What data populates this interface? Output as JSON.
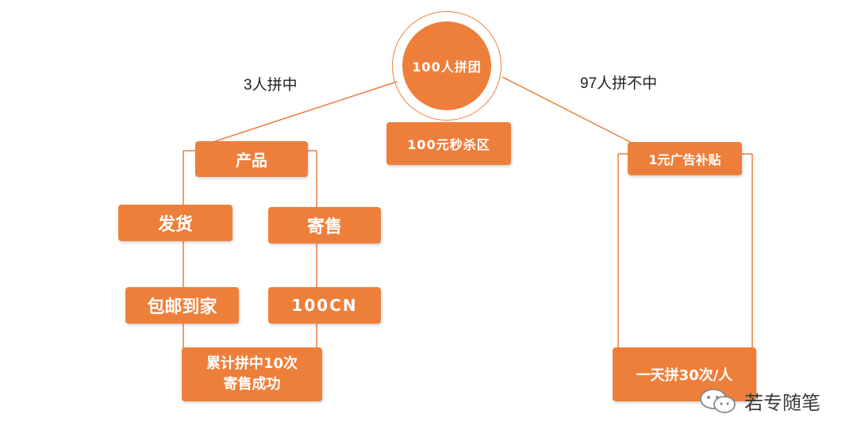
{
  "root": {
    "label": "100人拼团"
  },
  "edges": {
    "left_label": "3人拼中",
    "right_label": "97人拼不中"
  },
  "center": {
    "label": "100元秒杀区"
  },
  "left": {
    "product": "产品",
    "ship": "发货",
    "consign": "寄售",
    "free_shipping": "包邮到家",
    "cn": "100CN",
    "accum_line1": "累计拼中10次",
    "accum_line2": "寄售成功"
  },
  "right": {
    "subsidy": "1元广告补贴",
    "daily": "一天拼30次/人"
  },
  "watermark": {
    "text": "若专随笔",
    "icon": "wechat-icon"
  },
  "colors": {
    "accent": "#ee7f3b",
    "line": "#ee7f3b"
  }
}
